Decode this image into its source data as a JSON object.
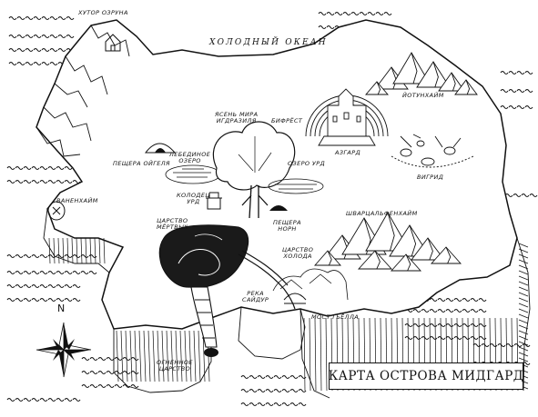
{
  "title": "КАРТА ОСТРОВА МИДГАРД",
  "ocean": "ХОЛОДНЫЙ ОКЕАН",
  "compass": {
    "north": "N",
    "icon": "compass-rose-icon"
  },
  "places": {
    "hutor_ozruna": "ХУТОР ОЗРУНА",
    "peshchera_ojgela": "ПЕЩЕРА ОЙГЕЛЯ",
    "vanenhajm": "ВАНЕНХАЙМ",
    "lebedinoe_ozero_1": "ЛЕБЕДИНОЕ",
    "lebedinoe_ozero_2": "ОЗЕРО",
    "kolodec_urd_1": "КОЛОДЕЦ",
    "kolodec_urd_2": "УРД",
    "carstvo_mertvyh_1": "ЦАРСТВО",
    "carstvo_mertvyh_2": "МЁРТВЫХ",
    "yasen_1": "ЯСЕНЬ МИРА",
    "yasen_2": "ИГДРАЗИЛЯ",
    "bifrest": "БИФРЁСТ",
    "asgard": "АЗГАРД",
    "ozero_urd": "ОЗЕРО УРД",
    "peshchera_norn_1": "ПЕЩЕРА",
    "peshchera_norn_2": "НОРН",
    "carstvo_holoda_1": "ЦАРСТВО",
    "carstvo_holoda_2": "ХОЛОДА",
    "reka_sajdur_1": "РЕКА",
    "reka_sajdur_2": "САЙДУР",
    "most_gyolla": "МОСТ ГЬЁЛЛА",
    "jotunhajm": "ЙОТУНХАЙМ",
    "vigrid": "ВИГРИД",
    "svarcalfenhajm": "ШВАРЦАЛЬФЕНХАЙМ",
    "ognennoe_1": "ОГНЕННОЕ",
    "ognennoe_2": "ЦАРСТВО"
  },
  "colors": {
    "ink": "#111111",
    "paper": "#ffffff",
    "abyss": "#1a1a1a"
  }
}
